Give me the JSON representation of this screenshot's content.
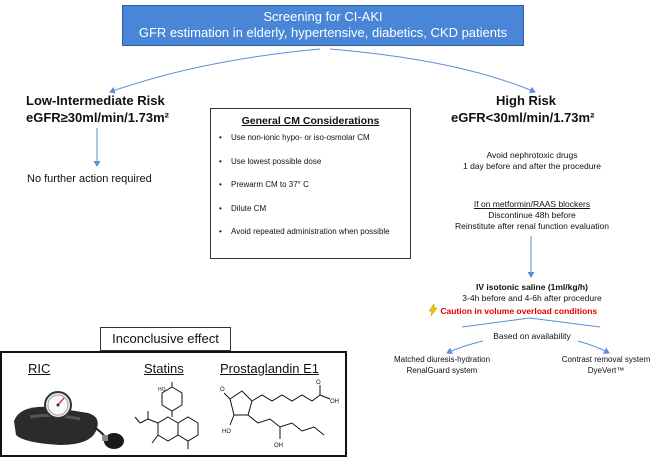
{
  "screening": {
    "line1": "Screening for CI-AKI",
    "line2": "GFR estimation in elderly, hypertensive, diabetics, CKD patients"
  },
  "low_risk": {
    "title": "Low-Intermediate Risk",
    "egfr": "eGFR≥30ml/min/1.73m²",
    "action": "No further action required"
  },
  "high_risk": {
    "title": "High Risk",
    "egfr": "eGFR<30ml/min/1.73m²",
    "nephrotoxic": [
      "Avoid nephrotoxic drugs",
      "1 day before and after the procedure"
    ],
    "metformin_heading": "If on metformin/RAAS blockers",
    "metformin": [
      "Discontinue 48h before",
      "Reinstitute after renal function evaluation"
    ],
    "saline_heading": "IV isotonic saline (1ml/kg/h)",
    "saline_timing": "3-4h before and 4-6h after procedure",
    "caution": "Caution in volume overload conditions",
    "availability": "Based on availability",
    "option1": [
      "Matched diuresis-hydration",
      "RenalGuard system"
    ],
    "option2": [
      "Contrast removal system",
      "DyeVert™"
    ]
  },
  "cm_considerations": {
    "title": "General CM Considerations",
    "items": [
      "Use non-ionic hypo- or iso-osmolar CM",
      "Use lowest possible dose",
      "Prewarm CM to 37° C",
      "Dilute CM",
      "Avoid repeated administration when possible"
    ]
  },
  "inconclusive": {
    "title": "Inconclusive effect",
    "items": [
      "RIC",
      "Statins",
      "Prostaglandin E1"
    ]
  },
  "icons": [
    "blood-pressure-cuff-icon",
    "statin-structure-icon",
    "prostaglandin-structure-icon",
    "lightning-icon"
  ],
  "colors": {
    "header_blue": "#4a86d8",
    "arrow_blue": "#5b8fd6",
    "caution_red": "#e00000"
  }
}
